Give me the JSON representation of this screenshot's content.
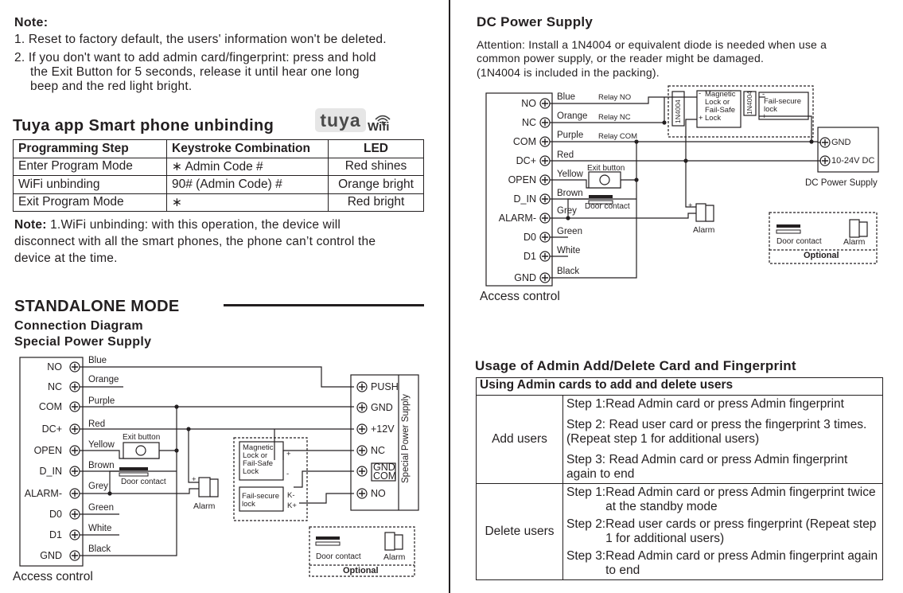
{
  "note": {
    "title": "Note:",
    "line1": "1. Reset to factory default, the users' information won't be deleted.",
    "line2a": "2. If you don't want to add admin card/fingerprint: press and hold",
    "line2b": "the Exit Button for 5 seconds, release it until hear one long",
    "line2c": "beep and the red light bright."
  },
  "tuya": {
    "title": "Tuya app Smart phone unbinding",
    "logo": "tuya",
    "wifi": "Wifi",
    "headers": [
      "Programming Step",
      "Keystroke Combination",
      "LED"
    ],
    "rows": [
      [
        "Enter Program Mode",
        "∗ Admin Code #",
        "Red shines"
      ],
      [
        "WiFi unbinding",
        "90# (Admin Code) #",
        "Orange bright"
      ],
      [
        "Exit Program Mode",
        "∗",
        "Red bright"
      ]
    ],
    "note_bold": "Note:",
    "note_a": " 1.WiFi unbinding: with this operation, the device will",
    "note_b": "disconnect with all the smart phones, the phone can’t control the",
    "note_c": "device at the time."
  },
  "standalone": {
    "title": "STANDALONE MODE",
    "sub1": "Connection Diagram",
    "sub2": "Special Power Supply",
    "terminals": [
      "NO",
      "NC",
      "COM",
      "DC+",
      "OPEN",
      "D_IN",
      "ALARM-",
      "D0",
      "D1",
      "GND"
    ],
    "wires": [
      "Blue",
      "Orange",
      "Purple",
      "Red",
      "Yellow",
      "Brown",
      "Grey",
      "Green",
      "White",
      "Black"
    ],
    "exit_button": "Exit button",
    "door_contact": "Door contact",
    "alarm": "Alarm",
    "psu_terminals": [
      "PUSH",
      "GND",
      "+12V",
      "NC",
      "GND",
      "COM",
      "NO"
    ],
    "psu_label": "Special Power Supply",
    "mag_lock": [
      "Magnetic",
      "Lock or",
      "Fail-Safe",
      "Lock"
    ],
    "failsecure": [
      "Fail-secure",
      "lock"
    ],
    "plus": "+",
    "minus": "-",
    "kminus": "K-",
    "kplus": "K+",
    "optional": "Optional",
    "opt_door": "Door contact",
    "opt_alarm": "Alarm",
    "access": "Access control"
  },
  "dc": {
    "title": "DC Power Supply",
    "attn1": "Attention: Install a 1N4004 or equivalent diode is needed when use a",
    "attn2": "common power supply, or the reader might be damaged.",
    "attn3": "(1N4004 is included in the packing).",
    "relay_no": "Relay NO",
    "relay_nc": "Relay NC",
    "relay_com": "Relay COM",
    "diode": "1N4004",
    "gnd": "GND",
    "vdc": "10-24V DC",
    "psu": "DC Power Supply",
    "access": "Access control"
  },
  "usage": {
    "title": "Usage of Admin Add/Delete Card and Fingerprint",
    "header": "Using Admin cards to add and delete users",
    "add_label": "Add users",
    "add_steps": [
      {
        "n": "Step 1: ",
        "t": "Read Admin card or press Admin fingerprint"
      },
      {
        "n": "Step 2: ",
        "t": "Read user card or press the fingerprint 3 times.  (Repeat step 1 for additional users)"
      },
      {
        "n": "Step 3: ",
        "t": "Read Admin card or press Admin fingerprint again to end"
      }
    ],
    "del_label": "Delete users",
    "del_steps": [
      {
        "n": "Step 1: ",
        "t": "Read Admin card or press Admin fingerprint twice at the standby mode"
      },
      {
        "n": "Step 2: ",
        "t": "Read user cards or press fingerprint (Repeat step 1 for additional users)"
      },
      {
        "n": "Step 3: ",
        "t": "Read Admin card or press Admin fingerprint again to end"
      }
    ]
  }
}
